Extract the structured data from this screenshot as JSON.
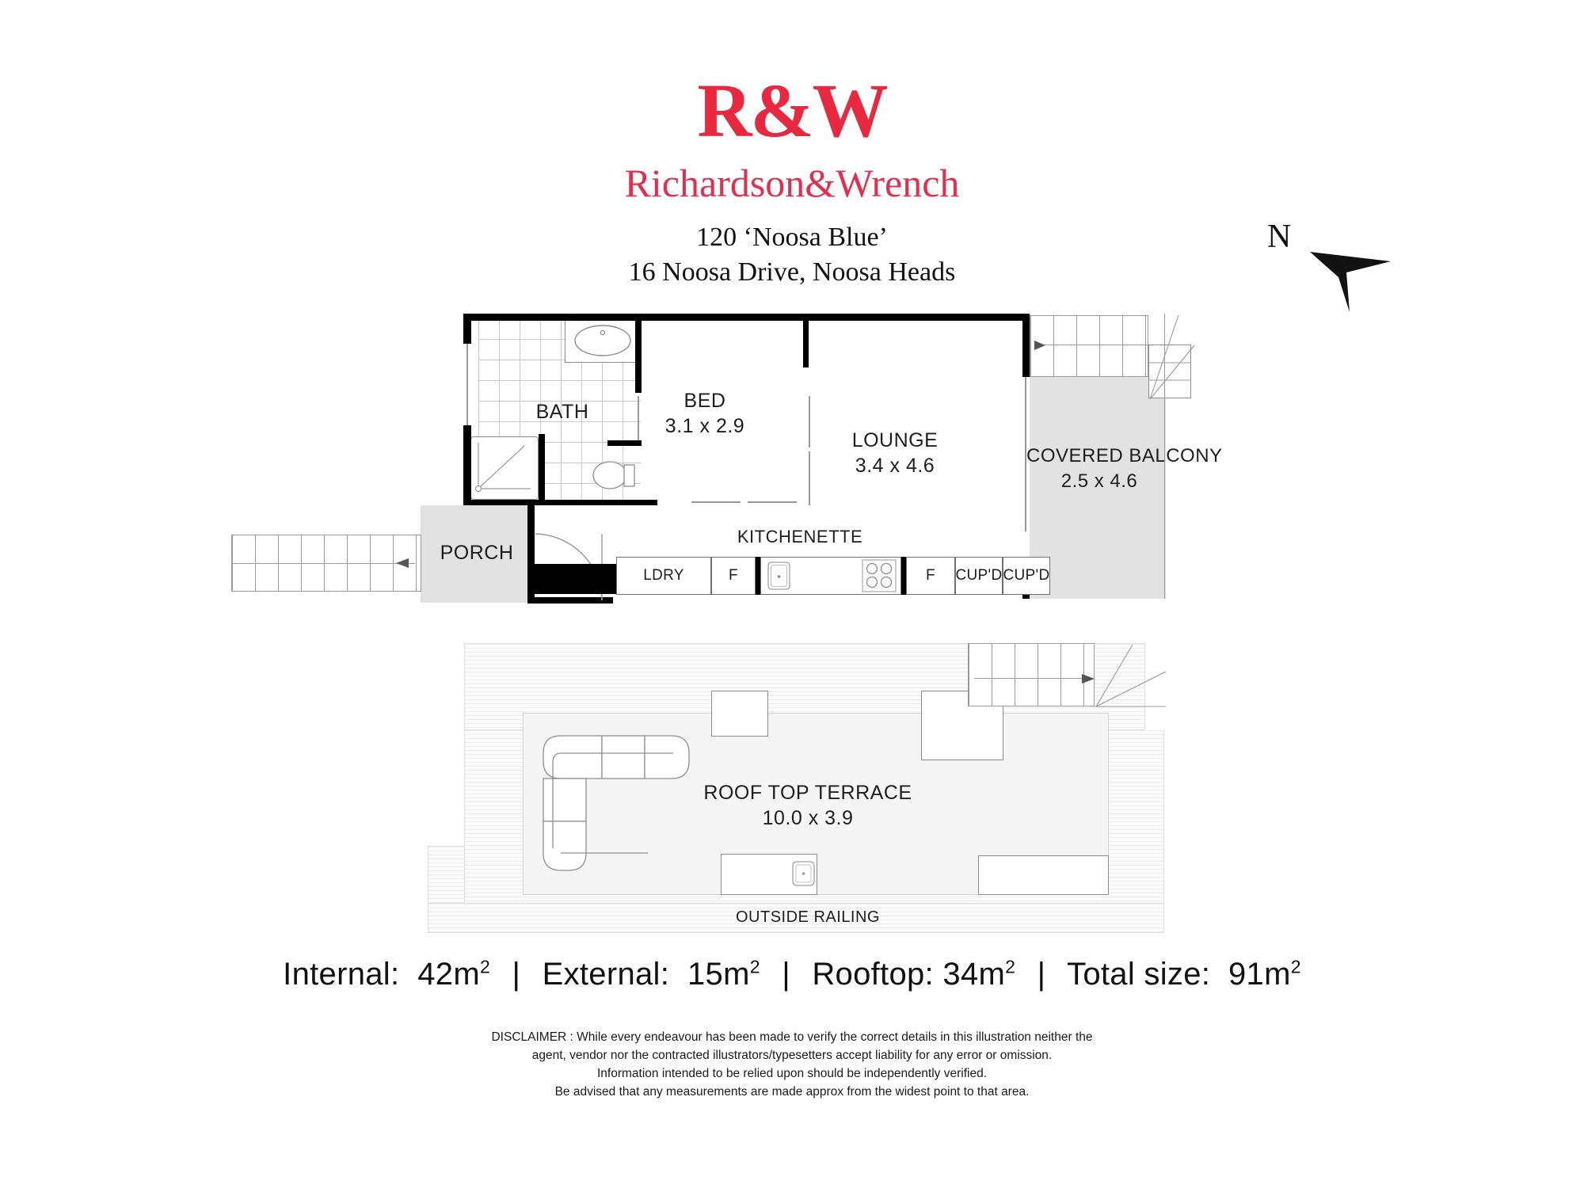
{
  "brand": {
    "logo_mark": "R&W",
    "logo_wordmark": "Richardson&Wrench",
    "brand_color": "#e8283f"
  },
  "property": {
    "line1": "120 ‘Noosa Blue’",
    "line2": "16 Noosa Drive, Noosa Heads"
  },
  "compass": {
    "label": "N"
  },
  "upper_floor": {
    "rooms": [
      {
        "name": "BATH",
        "dimensions": ""
      },
      {
        "name": "BED",
        "dimensions": "3.1 x 2.9"
      },
      {
        "name": "LOUNGE",
        "dimensions": "3.4 x 4.6"
      },
      {
        "name": "COVERED BALCONY",
        "dimensions": "2.5 x 4.6"
      },
      {
        "name": "PORCH",
        "dimensions": ""
      }
    ],
    "kitchenette_label": "KITCHENETTE",
    "fixtures": [
      "LDRY",
      "F",
      "F",
      "CUP'D",
      "CUP'D"
    ]
  },
  "roof_floor": {
    "room": {
      "name": "ROOF TOP TERRACE",
      "dimensions": "10.0 x 3.9"
    },
    "railing_label": "OUTSIDE RAILING"
  },
  "areas": {
    "internal_label": "Internal:",
    "internal_value": "42m",
    "external_label": "External:",
    "external_value": "15m",
    "rooftop_label": "Rooftop:",
    "rooftop_value": "34m",
    "total_label": "Total size:",
    "total_value": "91m",
    "unit_sup": "2",
    "separator": "|"
  },
  "disclaimer": {
    "line1": "DISCLAIMER : While every endeavour has been made to verify the correct details in this illustration neither the",
    "line2": "agent, vendor nor the contracted illustrators/typesetters accept liability for any error or omission.",
    "line3": "Information intended to be relied upon should be independently verified.",
    "line4": "Be advised that any measurements are made approx from the widest point to that area."
  }
}
